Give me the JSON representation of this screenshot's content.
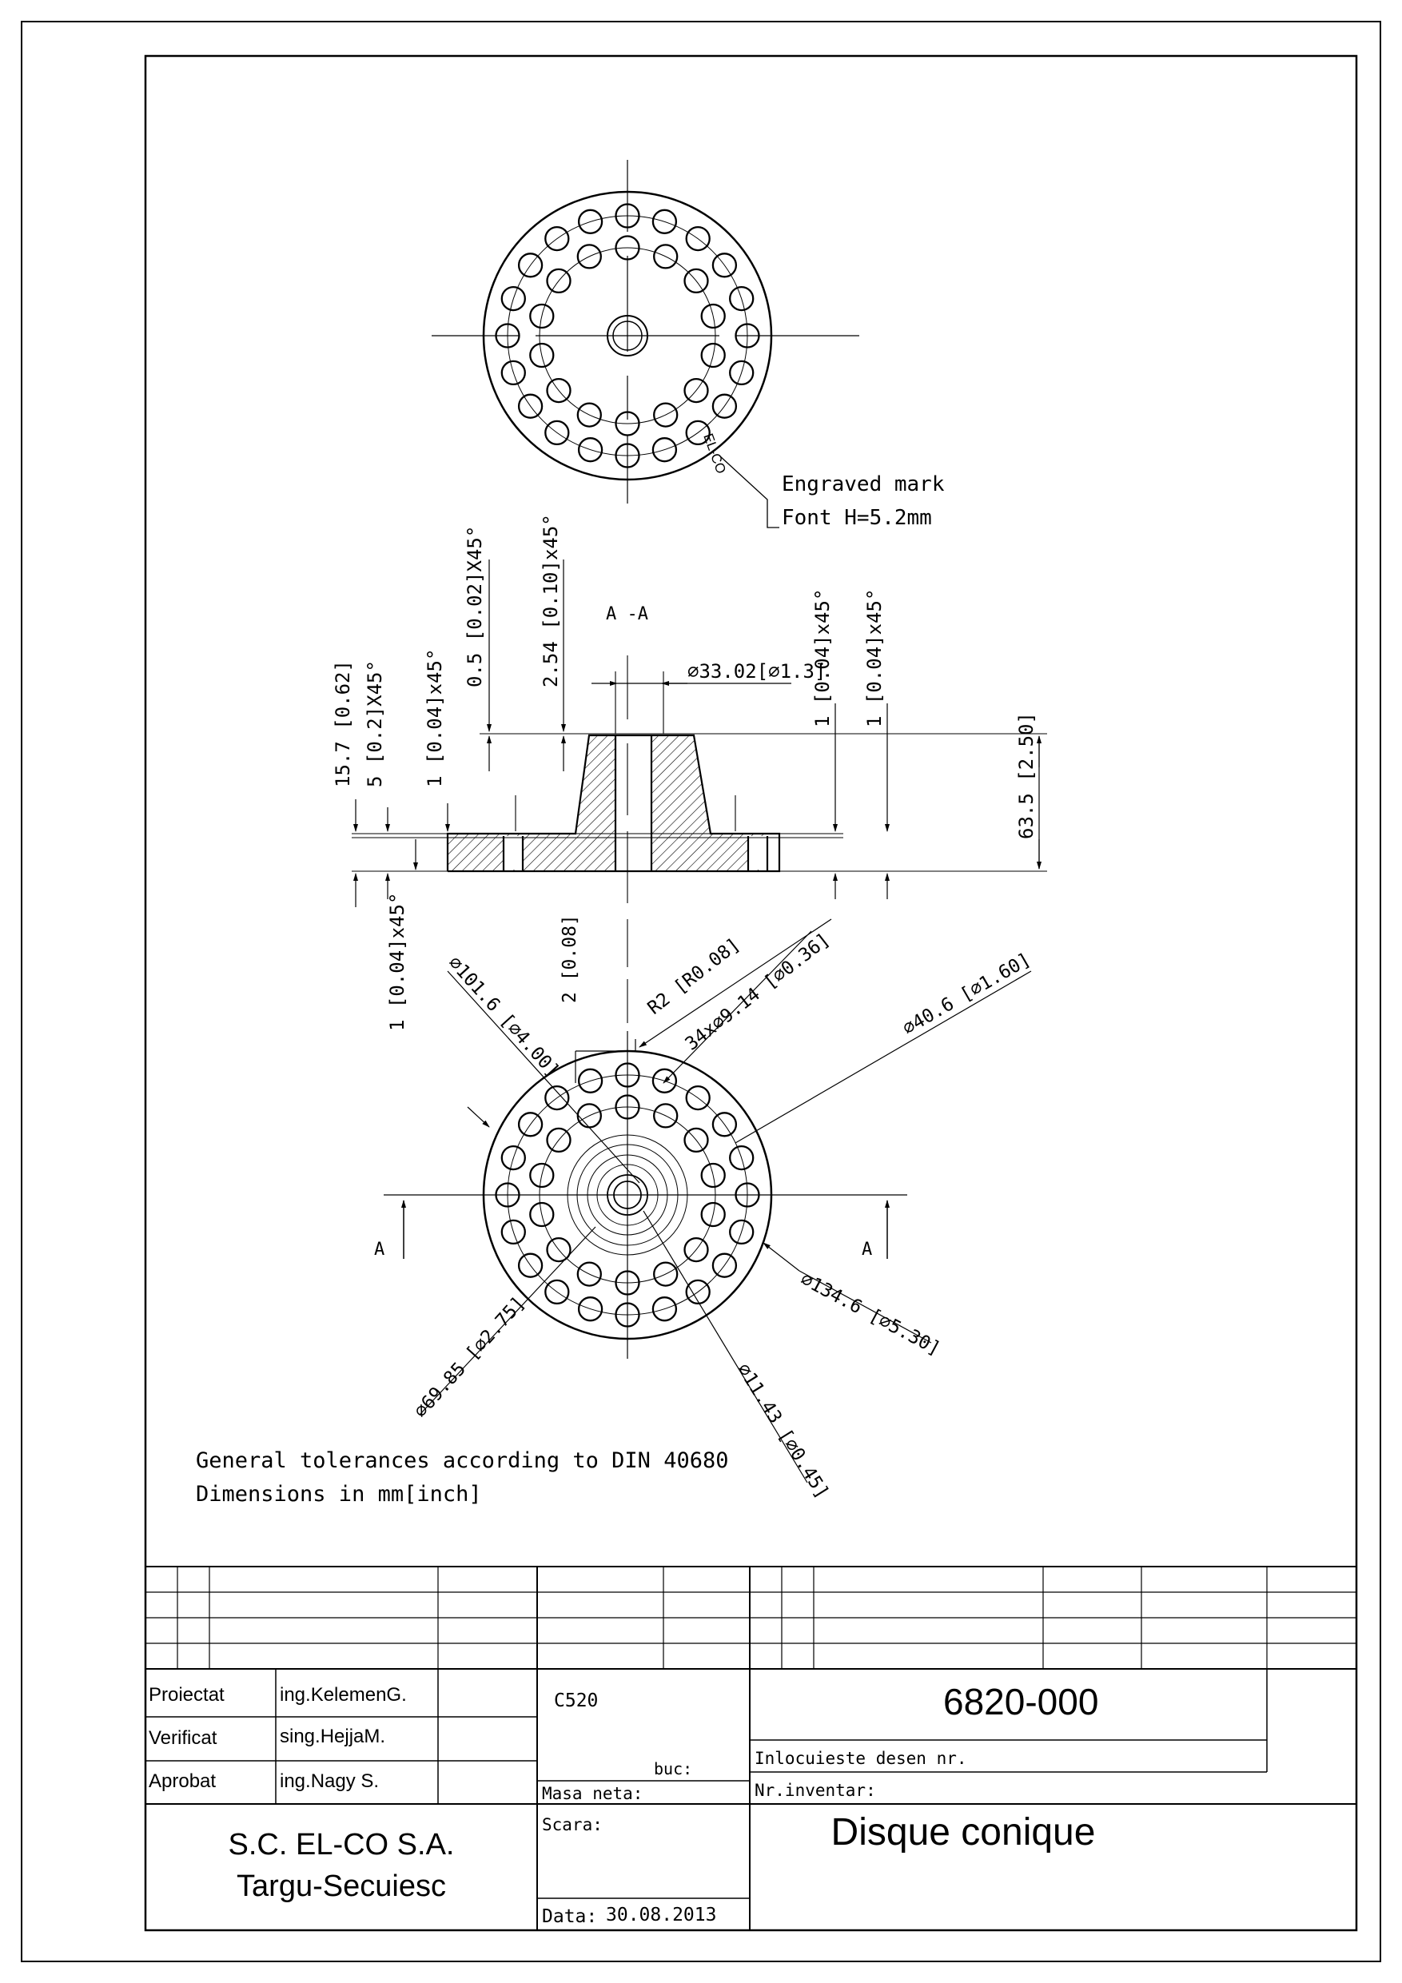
{
  "views": {
    "top": {
      "engraving": "EL-CO",
      "callout_line1": "Engraved mark",
      "callout_line2": "Font H=5.2mm"
    },
    "section": {
      "title": "A -A",
      "dims": {
        "d1": "0.5 [0.02]X45°",
        "d2": "2.54 [0.10]x45°",
        "d3": "15.7 [0.62]",
        "d4": "5 [0.2]X45°",
        "d5": "1 [0.04]x45°",
        "d6": "⌀33.02[⌀1.3]",
        "d7": "1 [0.04]x45°",
        "d8": "1 [0.04]x45°",
        "d9": "63.5 [2.50]",
        "d10": "1 [0.04]x45°"
      }
    },
    "bottom": {
      "dims": {
        "b1": "⌀101.6 [⌀4.00]",
        "b2": "2 [0.08]",
        "b3": "R2 [R0.08]",
        "b4": "34x⌀9.14 [⌀0.36]",
        "b5": "⌀40.6 [⌀1.60]",
        "b6": "⌀134.6 [⌀5.30]",
        "b7": "⌀69.85 [⌀2.75]",
        "b8": "⌀11.43 [⌀0.45]"
      },
      "section_marker": "A"
    }
  },
  "notes": {
    "line1": "General tolerances according  to  DIN 40680",
    "line2": "Dimensions in mm[inch]"
  },
  "title_block": {
    "rows": [
      {
        "role": "Proiectat",
        "name": "ing.KelemenG."
      },
      {
        "role": "Verificat",
        "name": "sing.HejjaM."
      },
      {
        "role": "Aprobat",
        "name": "ing.Nagy S."
      }
    ],
    "material": "C520",
    "qty_label": "buc:",
    "mass_label": "Masa neta:",
    "drawing_number": "6820-000",
    "replaces_label": "Inlocuieste desen nr.",
    "inventory_label": "Nr.inventar:",
    "company_line1": "S.C. EL-CO S.A.",
    "company_line2": "Targu-Secuiesc",
    "scale_label": "Scara:",
    "date_label": "Data:",
    "date_value": "30.08.2013",
    "part_name": "Disque conique"
  }
}
